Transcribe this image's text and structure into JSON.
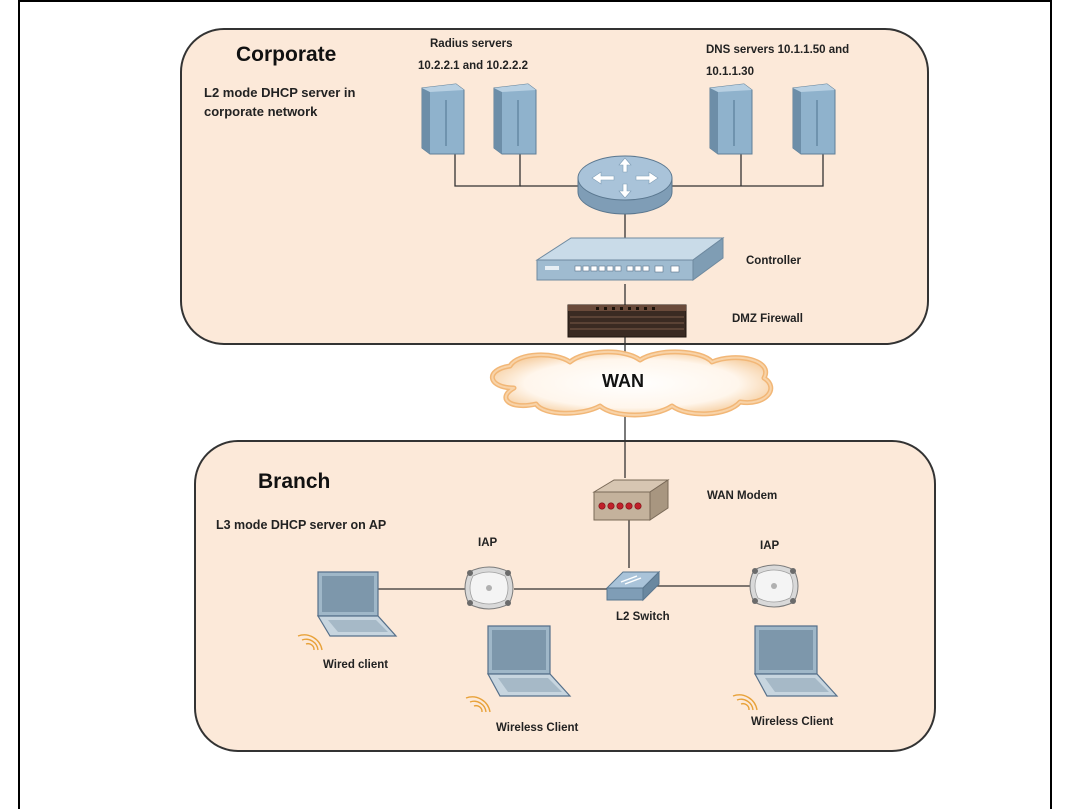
{
  "corporate": {
    "title": "Corporate",
    "note_line1": "L2 mode DHCP server  in",
    "note_line2": "corporate network",
    "radius_label_line1": "Radius servers",
    "radius_label_line2": "10.2.2.1 and 10.2.2.2",
    "dns_label_line1": "DNS  servers 10.1.1.50 and",
    "dns_label_line2": "10.1.1.30",
    "controller_label": "Controller",
    "firewall_label": "DMZ Firewall"
  },
  "wan": {
    "label": "WAN"
  },
  "branch": {
    "title": "Branch",
    "note": "L3 mode DHCP server  on AP",
    "modem_label": "WAN Modem",
    "left_iap_label": "IAP",
    "right_iap_label": "IAP",
    "switch_label": "L2 Switch",
    "wired_client_label": "Wired client",
    "wireless_client_center_label": "Wireless Client",
    "wireless_client_right_label": "Wireless Client"
  },
  "colors": {
    "zone_fill": "#fce9d9",
    "server_fill": "#8fb2cc",
    "router_fill": "#a9c3d9",
    "wan_cloud": "#f2b777",
    "modem_lights": "#c0202a"
  }
}
